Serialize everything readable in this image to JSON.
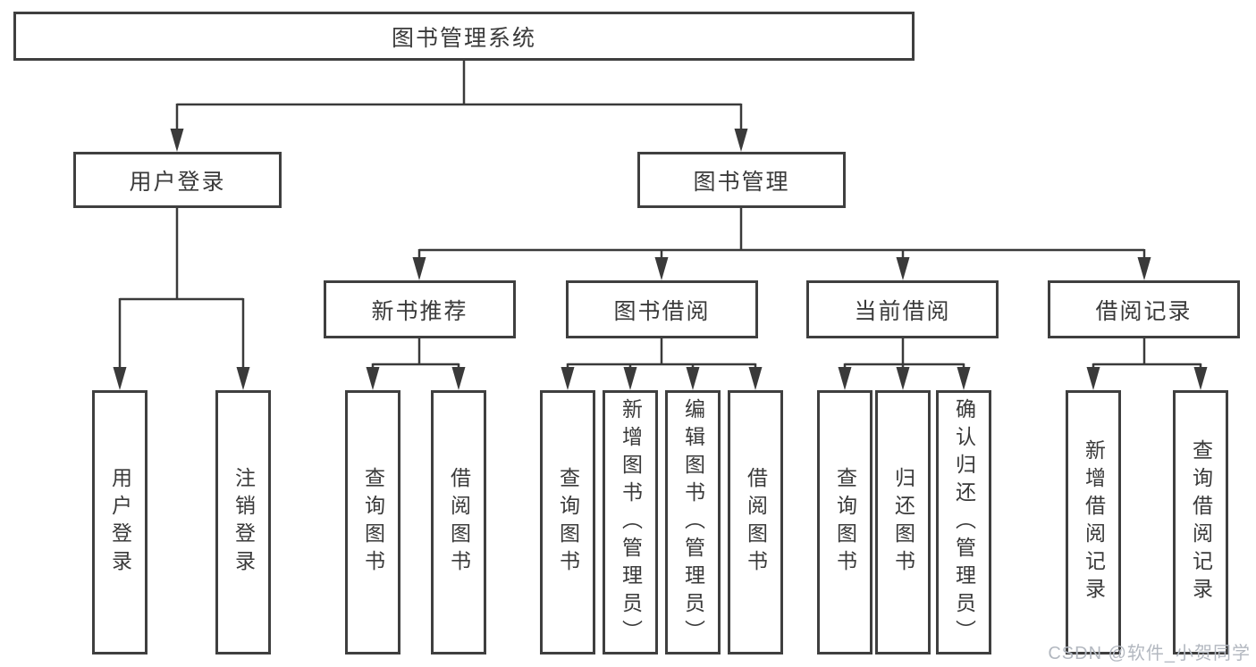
{
  "diagram_title": "图书管理系统",
  "nodes": {
    "root": "图书管理系统",
    "user_login": "用户登录",
    "book_mgmt": "图书管理",
    "new_book_rec": "新书推荐",
    "book_borrow": "图书借阅",
    "current_borrow": "当前借阅",
    "borrow_records": "借阅记录",
    "leaf_user_login": "用户登录",
    "leaf_logout": "注销登录",
    "rec_query_book": "查询图书",
    "rec_borrow_book": "借阅图书",
    "bb_query_book": "查询图书",
    "bb_add_book": "新增图书（管理员）",
    "bb_edit_book": "编辑图书（管理员）",
    "bb_borrow_book": "借阅图书",
    "cb_query_book": "查询图书",
    "cb_return_book": "归还图书",
    "cb_confirm_return": "确认归还（管理员）",
    "br_add_record": "新增借阅记录",
    "br_query_record": "查询借阅记录"
  },
  "hierarchy": {
    "图书管理系统": [
      "用户登录",
      "图书管理"
    ],
    "用户登录": [
      "用户登录",
      "注销登录"
    ],
    "图书管理": [
      "新书推荐",
      "图书借阅",
      "当前借阅",
      "借阅记录"
    ],
    "新书推荐": [
      "查询图书",
      "借阅图书"
    ],
    "图书借阅": [
      "查询图书",
      "新增图书（管理员）",
      "编辑图书（管理员）",
      "借阅图书"
    ],
    "当前借阅": [
      "查询图书",
      "归还图书",
      "确认归还（管理员）"
    ],
    "借阅记录": [
      "新增借阅记录",
      "查询借阅记录"
    ]
  },
  "watermark": "CSDN @软件_小贺同学",
  "colors": {
    "background": "#ffffff",
    "box_border": "#3f3f3f",
    "line": "#3a3a3a",
    "text": "#3a3a3a",
    "watermark": "#b3b8c0"
  }
}
